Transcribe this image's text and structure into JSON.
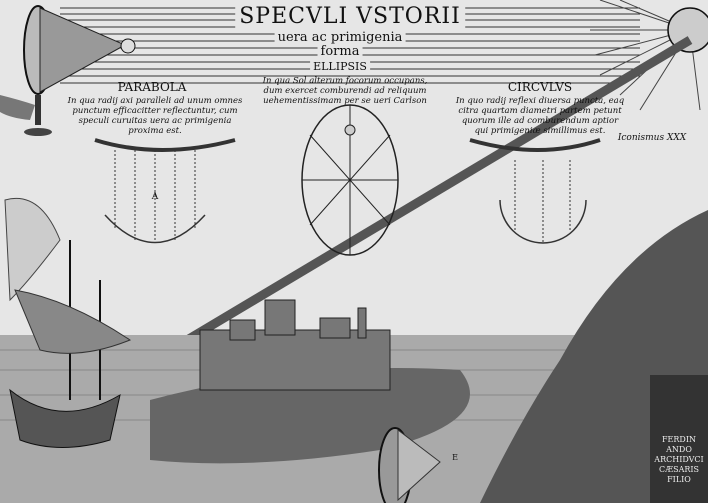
{
  "title": "SPECVLI VSTORII",
  "subtitle": "uera ac primigenia",
  "forma": "forma",
  "ellipsis": {
    "label": "ELLIPSIS",
    "caption": [
      "In qua Sol alterum focorum occupans,",
      "dum exercet comburendi ad reliquum",
      "uehementissimam per se ueri Carlson"
    ]
  },
  "parabola": {
    "label": "PARABOLA",
    "caption": [
      "In qua radij axi paralleli ad unum omnes",
      "punctum efficacitter reflectuntur, cum",
      "speculi curuitas uera ac primigenia",
      "proxima est."
    ],
    "focus_letter": "A"
  },
  "circulus": {
    "label": "CIRCVLVS",
    "caption": [
      "In quo radij reflexi diuersa puncta, eaq",
      "citra quartam diametri partem petunt",
      "quorum ille ad comburendum aptior",
      "qui primigeniæ simillimus est."
    ]
  },
  "plate_number": "Iconismus XXX",
  "mirror_letter": "E",
  "plaque": [
    "FERDIN",
    "ANDO",
    "ARCHIDVCI",
    "CÆSARIS",
    "FILIO"
  ]
}
